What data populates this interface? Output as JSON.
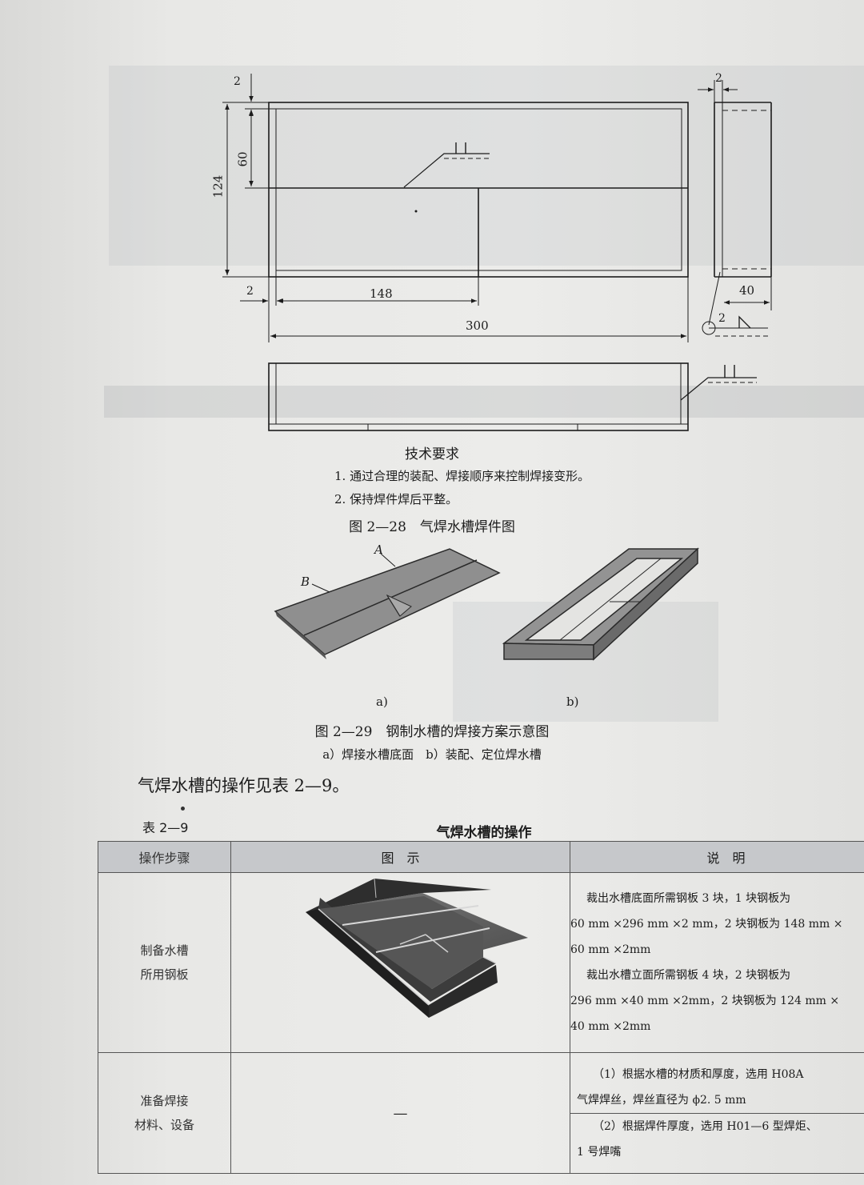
{
  "drawing_228": {
    "dims": {
      "top_thickness": "2",
      "upper_height": "60",
      "total_height": "124",
      "left_thickness": "2",
      "inner_width": "148",
      "total_width": "300",
      "side_thickness": "2",
      "side_width": "40",
      "weld_leg": "2"
    }
  },
  "tech_requirements": {
    "title": "技术要求",
    "items": [
      "1. 通过合理的装配、焊接顺序来控制焊接变形。",
      "2. 保持焊件焊后平整。"
    ]
  },
  "figure_228": {
    "caption": "图 2—28　气焊水槽焊件图"
  },
  "figure_229": {
    "label_a_mark": "A",
    "label_b_mark": "B",
    "panel_a": "a)",
    "panel_b": "b)",
    "caption": "图 2—29　钢制水槽的焊接方案示意图",
    "subcaption": "a）焊接水槽底面　b）装配、定位焊水槽"
  },
  "intro_text": "气焊水槽的操作见表 2—9。",
  "table": {
    "number": "表 2—9",
    "title": "气焊水槽的操作",
    "headers": {
      "step": "操作步骤",
      "figure": "图　示",
      "desc": "说　明"
    },
    "rows": [
      {
        "step_lines": [
          "制备水槽",
          "所用钢板"
        ],
        "desc_lines": [
          "裁出水槽底面所需钢板 3 块，1 块钢板为",
          "60 mm ×296 mm ×2 mm，2 块钢板为 148 mm ×",
          "60 mm ×2mm",
          "裁出水槽立面所需钢板 4 块，2 块钢板为",
          "296 mm ×40 mm ×2mm，2 块钢板为 124 mm ×",
          "40 mm ×2mm"
        ]
      },
      {
        "step_lines": [
          "准备焊接",
          "材料、设备"
        ],
        "figure": "—",
        "desc_a": [
          "（1）根据水槽的材质和厚度，选用 H08A",
          "气焊焊丝，焊丝直径为 ϕ2. 5 mm"
        ],
        "desc_b": [
          "（2）根据焊件厚度，选用 H01—6 型焊炬、",
          "1 号焊嘴"
        ]
      }
    ]
  },
  "colors": {
    "paper": "#e6e6e4",
    "header_fill": "#c6c8cb",
    "plate_gray": "#8f8f8f",
    "ink": "#1c1c1c"
  }
}
